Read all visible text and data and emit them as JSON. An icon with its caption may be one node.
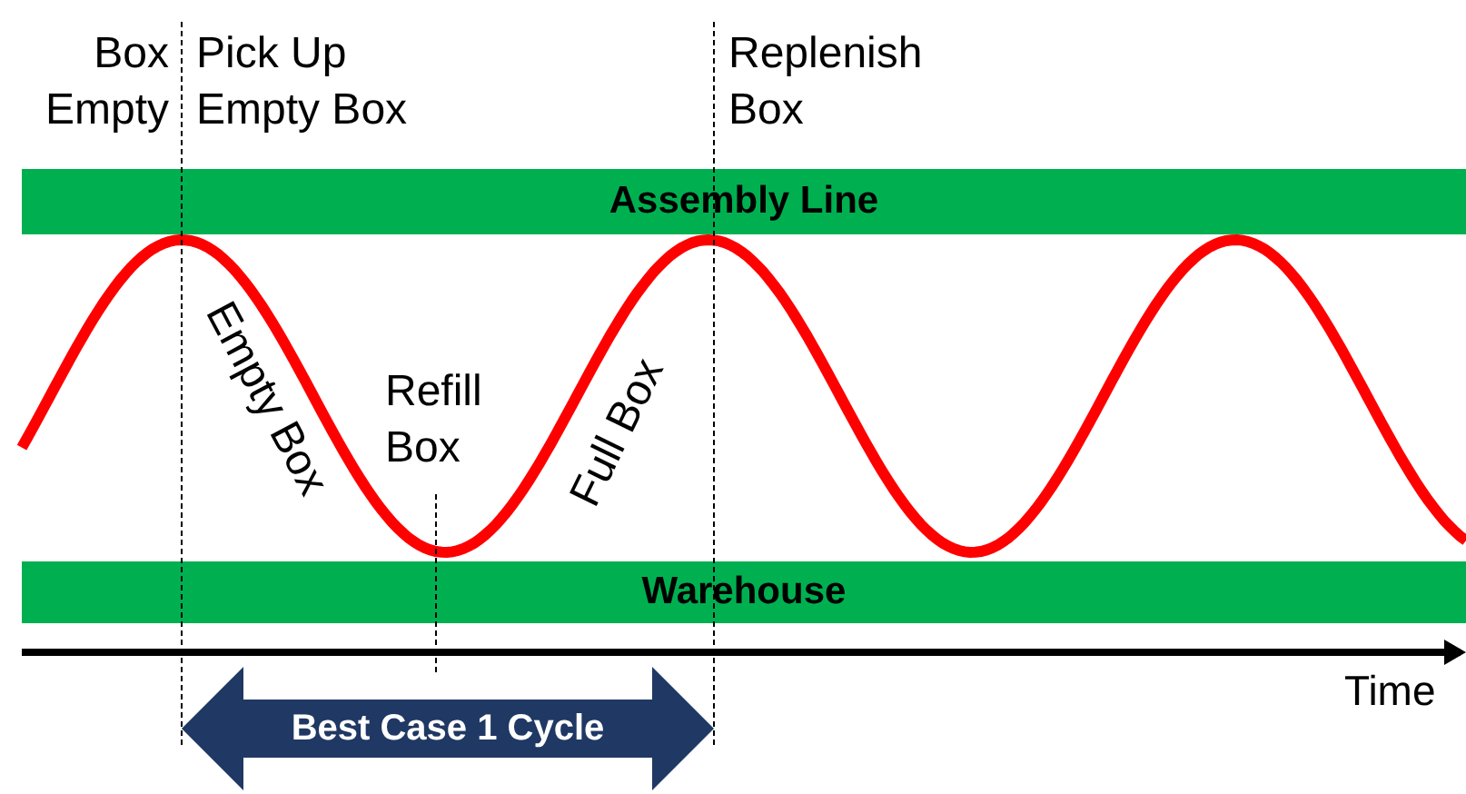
{
  "diagram": {
    "nodes": [
      {
        "text": [
          "Assembly Line"
        ]
      },
      {
        "text": [
          "Warehouse"
        ]
      },
      {
        "text": [
          "Best Case 1 Cycle"
        ]
      }
    ],
    "labels": [
      "Box Empty",
      "Pick Up Empty Box",
      "Replenish Box",
      "Empty Box",
      "Refill Box",
      "Full Box",
      "Time"
    ]
  }
}
